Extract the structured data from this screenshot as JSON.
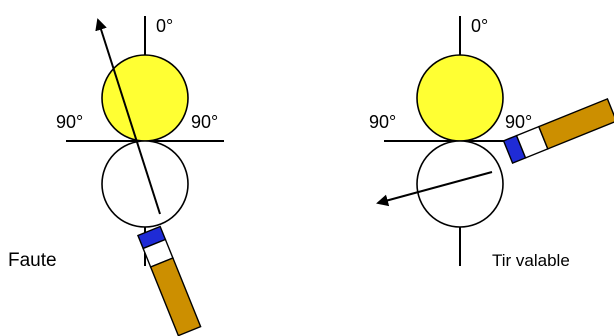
{
  "diagrams": [
    {
      "angle_top": "0°",
      "angle_left": "90°",
      "angle_right": "90°",
      "caption": "Faute"
    },
    {
      "angle_top": "0°",
      "angle_left": "90°",
      "angle_right": "90°",
      "caption": "Tir valable"
    }
  ],
  "colors": {
    "ball_highlight": "#ffff33",
    "ball_outline": "#000000",
    "cue_shaft": "#cc8f00",
    "cue_ferrule": "#ffffff",
    "cue_tip": "#1f2bd6"
  }
}
